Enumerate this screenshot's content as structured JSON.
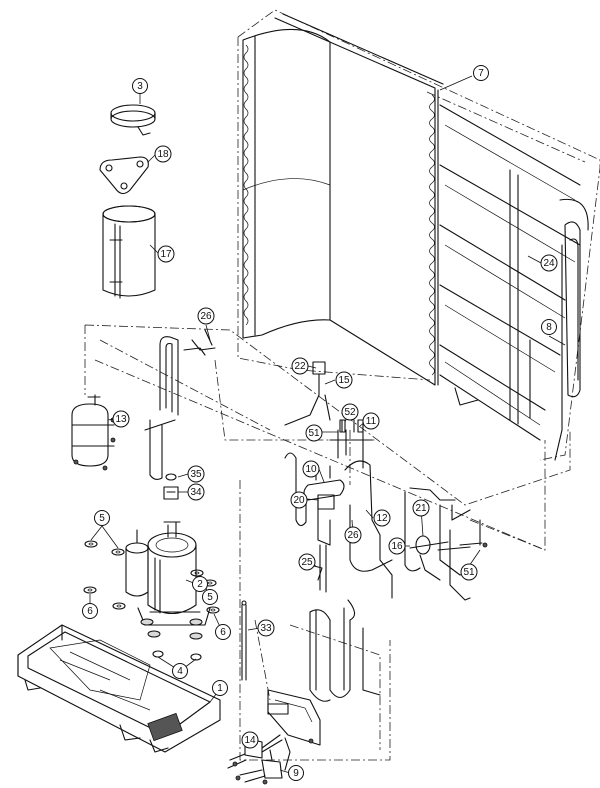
{
  "callouts": [
    {
      "id": "c3",
      "label": "3"
    },
    {
      "id": "c18",
      "label": "18"
    },
    {
      "id": "c17",
      "label": "17"
    },
    {
      "id": "c7",
      "label": "7"
    },
    {
      "id": "c24",
      "label": "24"
    },
    {
      "id": "c8",
      "label": "8"
    },
    {
      "id": "c26a",
      "label": "26"
    },
    {
      "id": "c22",
      "label": "22"
    },
    {
      "id": "c15",
      "label": "15"
    },
    {
      "id": "c13",
      "label": "13"
    },
    {
      "id": "c52",
      "label": "52"
    },
    {
      "id": "c11",
      "label": "11"
    },
    {
      "id": "c51a",
      "label": "51"
    },
    {
      "id": "c10",
      "label": "10"
    },
    {
      "id": "c35",
      "label": "35"
    },
    {
      "id": "c34",
      "label": "34"
    },
    {
      "id": "c20",
      "label": "20"
    },
    {
      "id": "c12",
      "label": "12"
    },
    {
      "id": "c26b",
      "label": "26"
    },
    {
      "id": "c21",
      "label": "21"
    },
    {
      "id": "c16",
      "label": "16"
    },
    {
      "id": "c51b",
      "label": "51"
    },
    {
      "id": "c5a",
      "label": "5"
    },
    {
      "id": "c2",
      "label": "2"
    },
    {
      "id": "c5b",
      "label": "5"
    },
    {
      "id": "c25",
      "label": "25"
    },
    {
      "id": "c6a",
      "label": "6"
    },
    {
      "id": "c6b",
      "label": "6"
    },
    {
      "id": "c33",
      "label": "33"
    },
    {
      "id": "c4",
      "label": "4"
    },
    {
      "id": "c1",
      "label": "1"
    },
    {
      "id": "c14",
      "label": "14"
    },
    {
      "id": "c9",
      "label": "9"
    }
  ]
}
